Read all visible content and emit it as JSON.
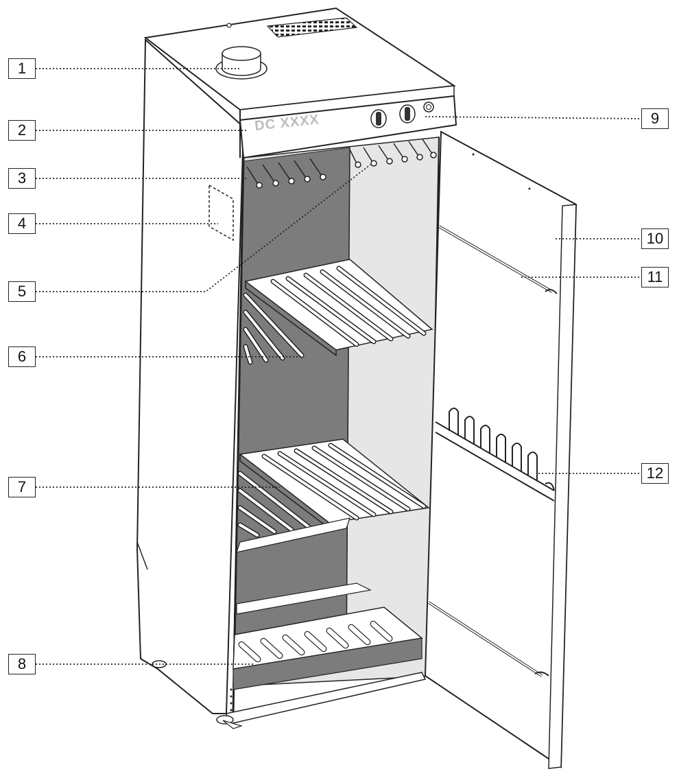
{
  "model_label": "DC XXXX",
  "callouts": [
    {
      "number": "1"
    },
    {
      "number": "2"
    },
    {
      "number": "3"
    },
    {
      "number": "4"
    },
    {
      "number": "5"
    },
    {
      "number": "6"
    },
    {
      "number": "7"
    },
    {
      "number": "8"
    },
    {
      "number": "9"
    },
    {
      "number": "10"
    },
    {
      "number": "11"
    },
    {
      "number": "12"
    }
  ]
}
